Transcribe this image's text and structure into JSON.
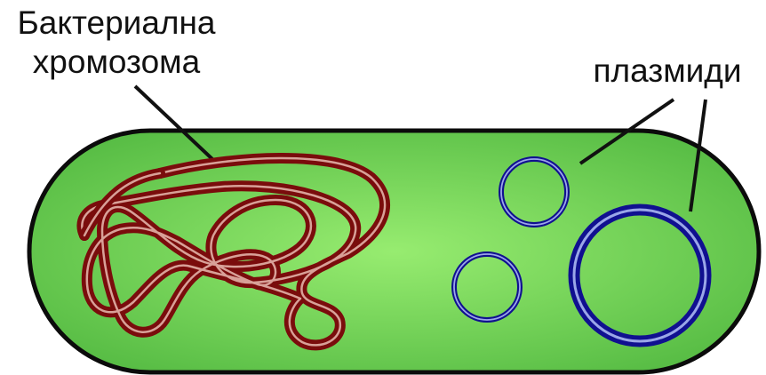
{
  "labels": {
    "chromosome_line1": "Бактериална",
    "chromosome_line2": "хромозома",
    "plasmids": "плазмиди"
  },
  "colors": {
    "cell_fill_center": "#97ec70",
    "cell_fill_edge": "#58bd45",
    "cell_outline": "#0b0b0b",
    "chromosome": "#7a0c0c",
    "plasmid": "#101090",
    "pointer_line": "#111111"
  }
}
